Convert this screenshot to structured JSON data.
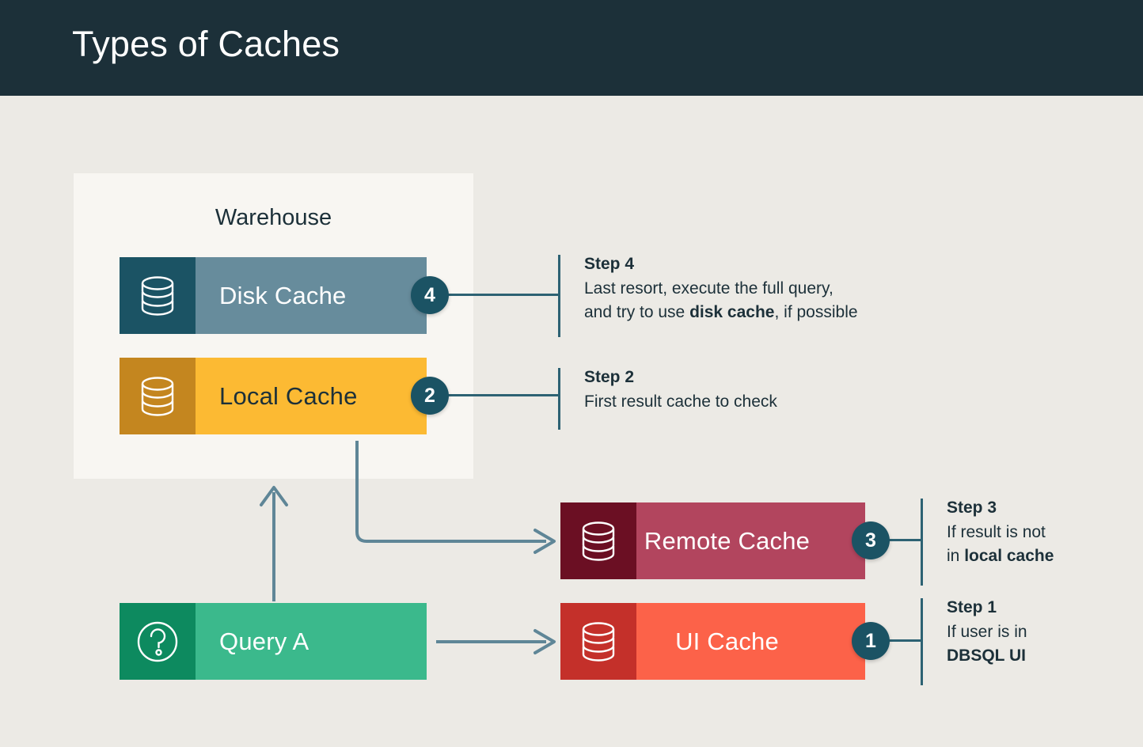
{
  "header": {
    "title": "Types of Caches",
    "background": "#1C3039"
  },
  "page": {
    "background": "#ECEAE5",
    "accent": "#2D6273",
    "badge_color": "#1B5364",
    "text_color": "#1C3039"
  },
  "warehouse": {
    "label": "Warehouse",
    "background": "#F8F6F2"
  },
  "nodes": [
    {
      "id": "disk-cache",
      "label": "Disk Cache",
      "icon": "database-icon",
      "icon_bg": "#1B5364",
      "body_bg": "#678C9C",
      "text_color": "#FFFFFF",
      "badge": "4"
    },
    {
      "id": "local-cache",
      "label": "Local Cache",
      "icon": "database-icon",
      "icon_bg": "#C4861F",
      "body_bg": "#FCBA33",
      "text_color": "#1C3039",
      "badge": "2"
    },
    {
      "id": "remote-cache",
      "label": "Remote Cache",
      "icon": "database-icon",
      "icon_bg": "#6B0F23",
      "body_bg": "#B2455E",
      "text_color": "#FFFFFF",
      "badge": "3"
    },
    {
      "id": "ui-cache",
      "label": "UI Cache",
      "icon": "database-icon",
      "icon_bg": "#C4302A",
      "body_bg": "#FC6249",
      "text_color": "#FFFFFF",
      "badge": "1"
    },
    {
      "id": "query-a",
      "label": "Query A",
      "icon": "question-circle-icon",
      "icon_bg": "#0D8A5F",
      "body_bg": "#3BB98C",
      "text_color": "#FFFFFF",
      "badge": ""
    }
  ],
  "steps": [
    {
      "id": "step-4",
      "title": "Step 4",
      "line1_plain": "Last resort, execute the full query,",
      "line2_pre": "and try to use ",
      "line2_bold": "disk cache",
      "line2_post": ", if possible"
    },
    {
      "id": "step-2",
      "title": "Step 2",
      "line1_plain": "First result cache to check",
      "line2_pre": "",
      "line2_bold": "",
      "line2_post": ""
    },
    {
      "id": "step-3",
      "title": "Step 3",
      "line1_plain": "If result is not",
      "line2_pre": "in ",
      "line2_bold": "local cache",
      "line2_post": ""
    },
    {
      "id": "step-1",
      "title": "Step 1",
      "line1_plain": "If user is in",
      "line2_pre": "",
      "line2_bold": "DBSQL UI",
      "line2_post": ""
    }
  ],
  "flow": {
    "arrow_color": "#5F8697",
    "connections": [
      {
        "from": "query-a",
        "to": "warehouse",
        "direction": "up"
      },
      {
        "from": "query-a",
        "to": "ui-cache",
        "direction": "right"
      },
      {
        "from": "local-cache",
        "to": "remote-cache",
        "direction": "elbow-down-right"
      }
    ]
  }
}
